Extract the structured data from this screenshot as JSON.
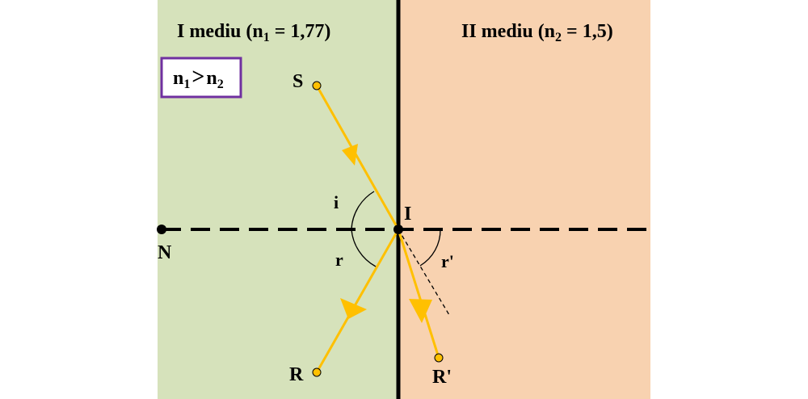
{
  "media": {
    "left": {
      "title_prefix": "I mediu (n",
      "title_sub": "1",
      "title_suffix": " = 1,77)",
      "color": "#d6e2bb"
    },
    "right": {
      "title_prefix": "II mediu (n",
      "title_sub": "2",
      "title_suffix": " = 1,5)",
      "color": "#f8d2b0"
    }
  },
  "relation_box": {
    "a": "n",
    "a_sub": "1",
    "op": ">",
    "b": "n",
    "b_sub": "2",
    "border_color": "#7030a0"
  },
  "points": {
    "S": "S",
    "I": "I",
    "N": "N",
    "R": "R",
    "R_prime": "R'"
  },
  "angles": {
    "i": "i",
    "r": "r",
    "r_prime": "r'"
  },
  "colors": {
    "ray": "#ffc000",
    "interface": "#000000",
    "normal": "#000000"
  }
}
